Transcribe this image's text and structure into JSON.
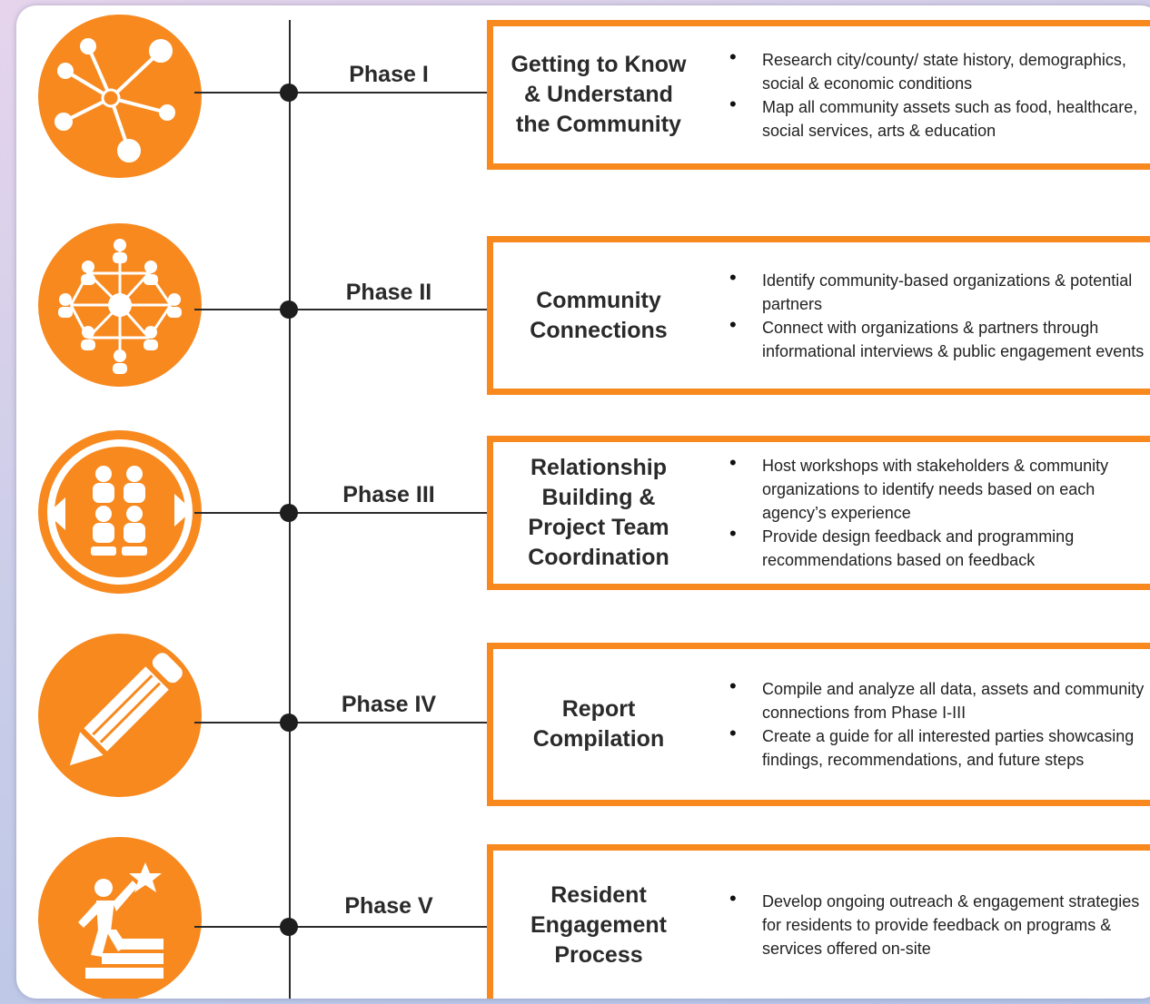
{
  "colors": {
    "accent": "#f7891f",
    "line": "#2a2a2a"
  },
  "phases": [
    {
      "label": "Phase I",
      "icon": "network-nodes-icon",
      "title": "Getting to Know\n& Understand\nthe Community",
      "bullets": [
        "Research city/county/ state history, demographics, social & economic conditions",
        "Map all community assets such as food, healthcare, social services, arts & education"
      ]
    },
    {
      "label": "Phase II",
      "icon": "people-network-icon",
      "title": "Community\nConnections",
      "bullets": [
        "Identify community-based organizations & potential partners",
        "Connect with organizations & partners through informational interviews & public engagement events"
      ]
    },
    {
      "label": "Phase III",
      "icon": "team-cycle-icon",
      "title": "Relationship\nBuilding &\nProject Team\nCoordination",
      "bullets": [
        "Host workshops with stakeholders & community organizations to identify needs based on each agency’s experience",
        "Provide design feedback and programming recommendations based on feedback"
      ]
    },
    {
      "label": "Phase IV",
      "icon": "pencil-icon",
      "title": "Report\nCompilation",
      "bullets": [
        "Compile and analyze all data, assets and community connections from Phase I-III",
        "Create a guide for all interested parties showcasing findings, recommendations, and future steps"
      ]
    },
    {
      "label": "Phase V",
      "icon": "climbing-star-icon",
      "title": "Resident\nEngagement\nProcess",
      "bullets": [
        "Develop ongoing outreach & engagement strategies for residents to provide feedback on programs & services offered on-site"
      ]
    }
  ]
}
